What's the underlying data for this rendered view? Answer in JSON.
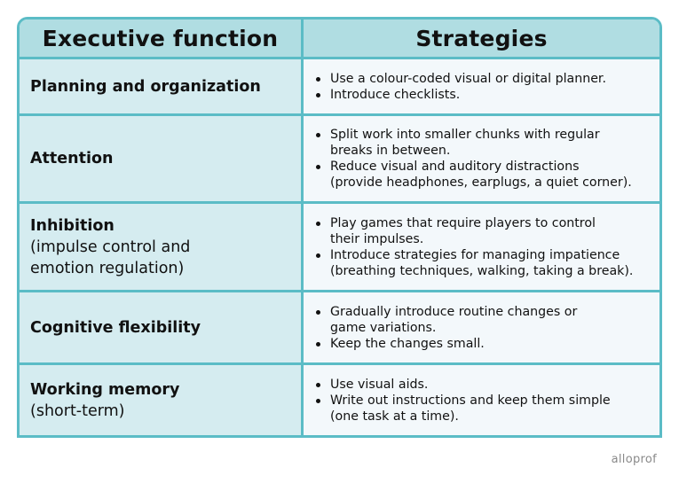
{
  "table": {
    "headers": [
      "Executive function",
      "Strategies"
    ],
    "rows": [
      {
        "function": "Planning and organization",
        "note": "",
        "strategies": [
          "Use a colour-coded visual or digital planner.",
          "Introduce checklists."
        ]
      },
      {
        "function": "Attention",
        "note": "",
        "strategies": [
          "Split work into smaller chunks with regular breaks in between.",
          "Reduce visual and auditory distractions (provide headphones, earplugs, a quiet corner)."
        ]
      },
      {
        "function": "Inhibition",
        "note": "(impulse control and emotion regulation)",
        "strategies": [
          "Play games that require players to control their impulses.",
          "Introduce strategies for managing impatience (breathing techniques, walking, taking a break)."
        ]
      },
      {
        "function": "Cognitive flexibility",
        "note": "",
        "strategies": [
          "Gradually introduce routine changes or game variations.",
          "Keep the changes small."
        ]
      },
      {
        "function": "Working memory",
        "note": "(short-term)",
        "strategies": [
          "Use visual aids.",
          "Write out instructions and keep them simple (one task at a time)."
        ]
      }
    ]
  },
  "logo": "alloprof",
  "colors": {
    "border": "#5bbcc6",
    "header_bg": "#b0dde2",
    "left_bg": "#d5ecf0",
    "right_bg": "#f3f8fb"
  }
}
